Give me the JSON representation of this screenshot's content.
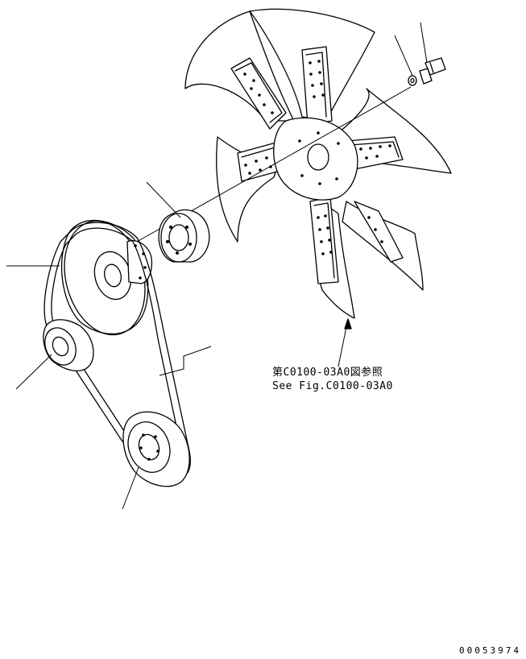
{
  "reference": {
    "japanese": "第C0100-03A0図参照",
    "english": "See Fig.C0100-03A0"
  },
  "drawing_number": "00053974"
}
